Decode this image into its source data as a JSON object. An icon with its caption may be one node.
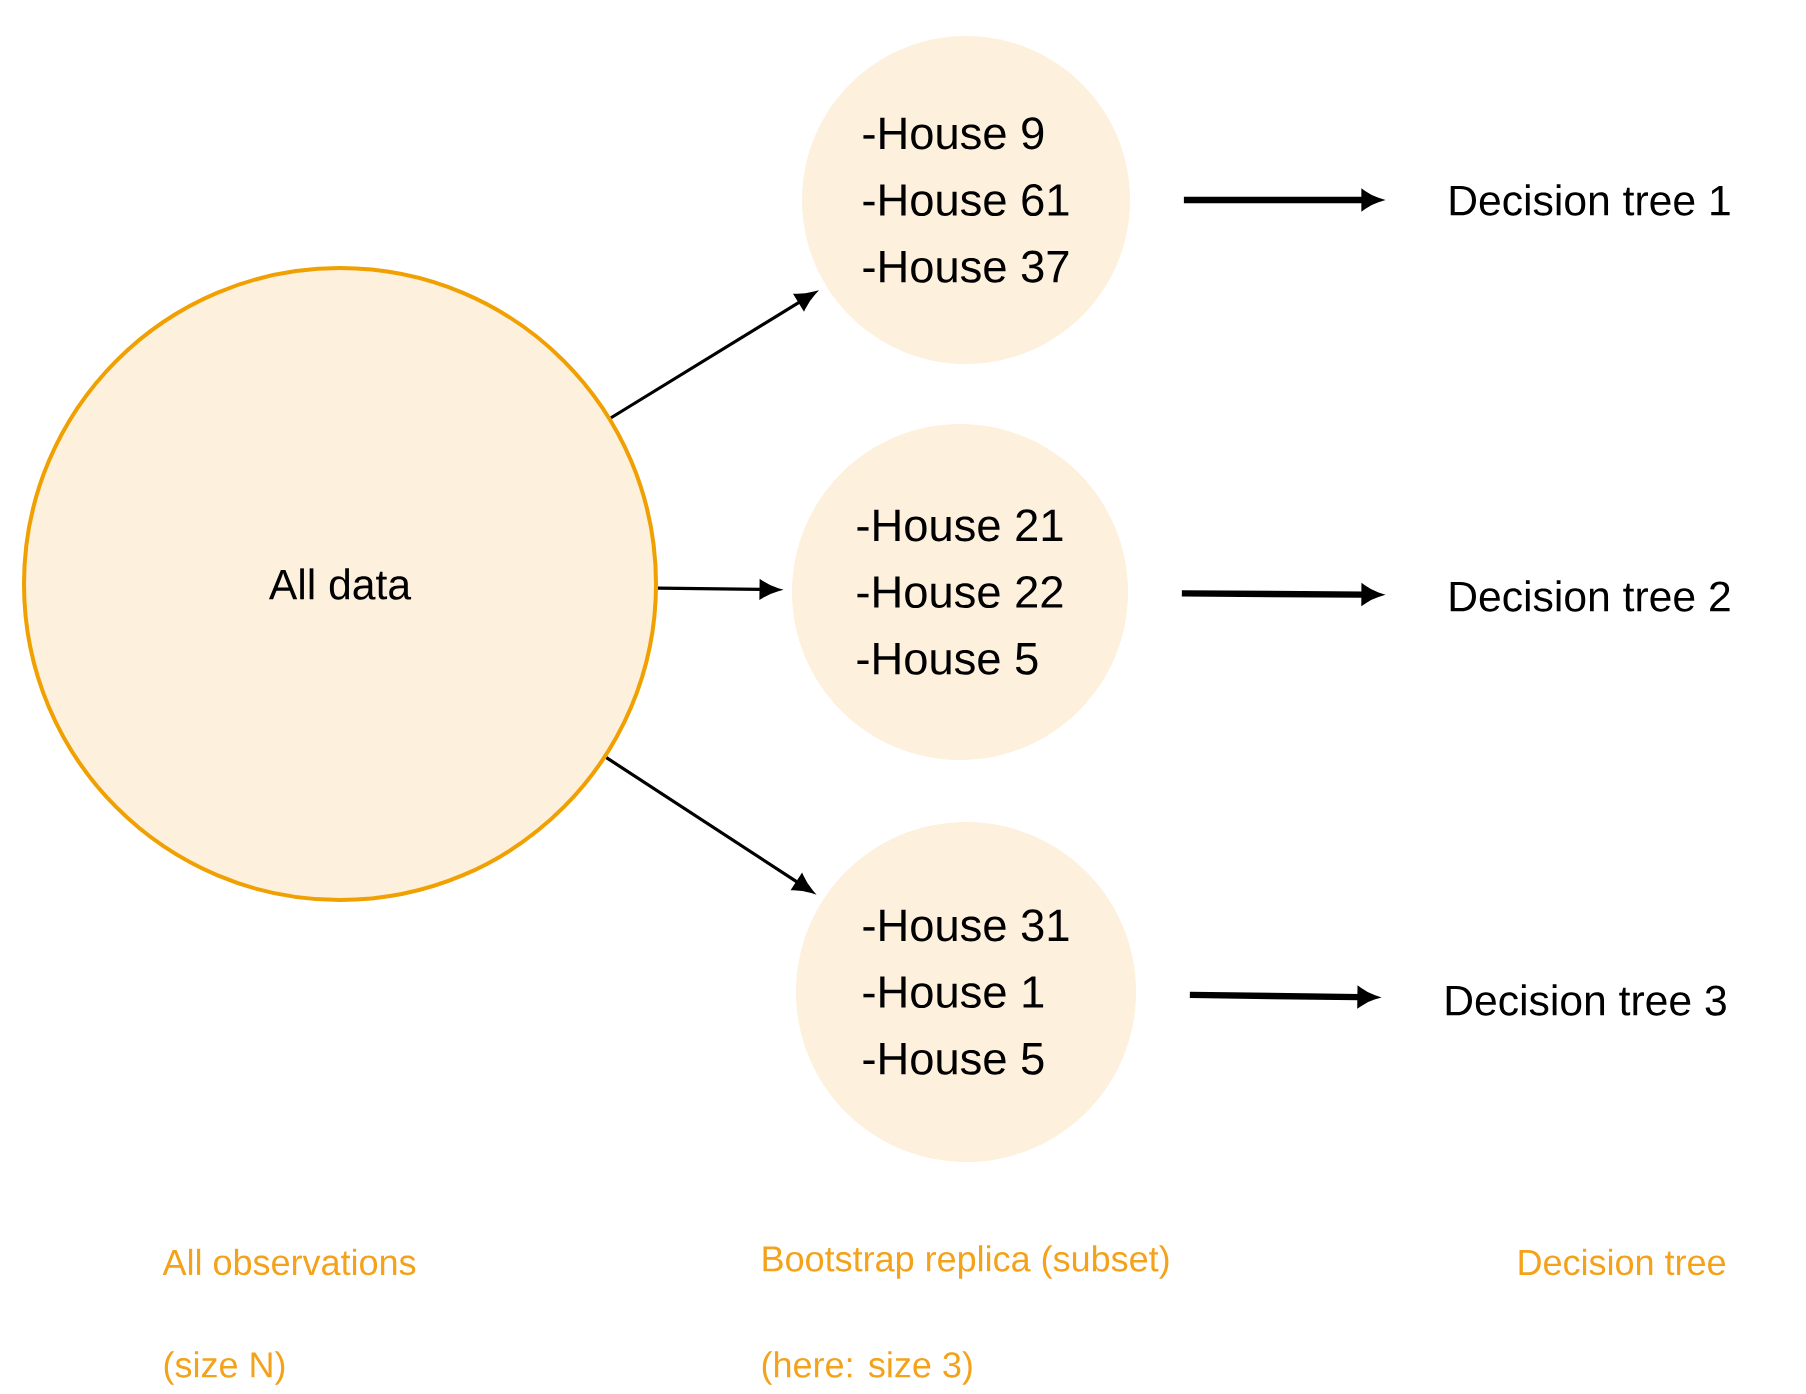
{
  "diagram": {
    "nodes": [
      {
        "text": [
          "All data"
        ]
      },
      {
        "text": [
          "-House 9",
          "-House 61",
          "-House 37"
        ]
      },
      {
        "text": [
          "-House 21",
          "-House 22",
          "-House 5"
        ]
      },
      {
        "text": [
          "-House 31",
          "-House 1",
          "-House 5"
        ]
      },
      {
        "text": [
          "Decision tree 1"
        ]
      },
      {
        "text": [
          "Decision tree 2"
        ]
      },
      {
        "text": [
          "Decision tree 3"
        ]
      }
    ],
    "edges": [
      {
        "from": 0,
        "to": 1,
        "arrow": "to"
      },
      {
        "from": 0,
        "to": 2,
        "arrow": "to"
      },
      {
        "from": 0,
        "to": 3,
        "arrow": "to"
      },
      {
        "from": 1,
        "to": 4,
        "arrow": "to",
        "style": "thick"
      },
      {
        "from": 2,
        "to": 5,
        "arrow": "to",
        "style": "thick"
      },
      {
        "from": 3,
        "to": 6,
        "arrow": "to",
        "style": "thick"
      }
    ],
    "labels": [
      "All observations",
      "Bootstrap replica (subset)",
      "Decision tree",
      "(size N)",
      "(here: size 3)"
    ]
  }
}
